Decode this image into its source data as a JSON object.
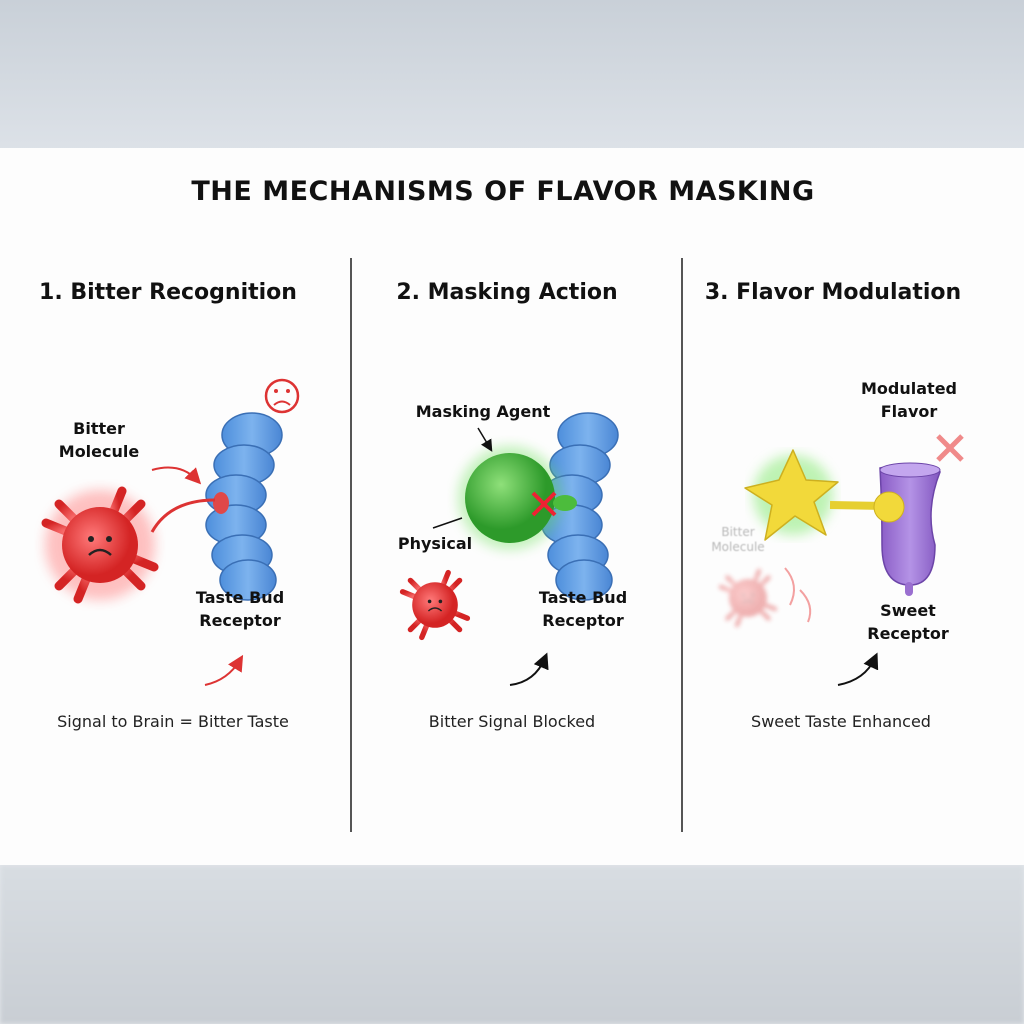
{
  "title": "THE MECHANISMS OF FLAVOR MASKING",
  "panels": [
    {
      "heading": "1. Bitter Recognition",
      "labels": {
        "molecule": "Bitter\nMolecule",
        "receptor": "Taste Bud\nReceptor"
      },
      "caption": "Signal to Brain = Bitter Taste"
    },
    {
      "heading": "2. Masking Action",
      "labels": {
        "agent": "Masking Agent",
        "physical": "Physical",
        "receptor": "Taste Bud\nReceptor"
      },
      "caption": "Bitter Signal Blocked"
    },
    {
      "heading": "3. Flavor Modulation",
      "labels": {
        "flavor": "Modulated\nFlavor",
        "faded_molecule": "Bitter\nMolecule",
        "receptor": "Sweet\nReceptor"
      },
      "caption": "Sweet Taste Enhanced"
    }
  ],
  "colors": {
    "bitter": "#e23a3a",
    "receptor": "#5b9be0",
    "masking_agent": "#3fae3a",
    "flavor": "#f2d93a",
    "sweet_receptor": "#9a6fd0"
  }
}
